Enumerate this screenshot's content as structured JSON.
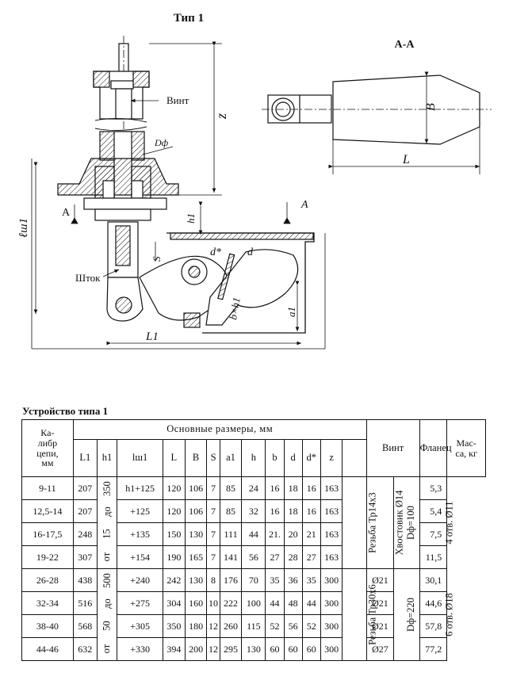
{
  "drawing": {
    "title": "Тип 1",
    "section_title": "А-А",
    "labels": {
      "vint": "Винт",
      "shtok": "Шток",
      "z": "z",
      "D_f": "Dф",
      "A_left": "A",
      "A_right": "A",
      "l_sh1": "ℓш1",
      "h1": "h1",
      "S": "S",
      "d_star": "d*",
      "d": "d",
      "bxh1": "b×h1",
      "a1": "a1",
      "L1": "L1",
      "B": "B",
      "L": "L"
    }
  },
  "table": {
    "caption": "Устройство типа 1",
    "main_header": "Основные размеры, мм",
    "col_caliber": "Ка-\nлибр\nцепи,\nмм",
    "col_L1": "L1",
    "col_h1": "h1",
    "col_lsh1": "lш1",
    "col_L": "L",
    "col_B": "B",
    "col_S": "S",
    "col_a1": "a1",
    "col_h": "h",
    "col_b": "b",
    "col_d": "d",
    "col_dstar": "d*",
    "col_z": "z",
    "col_vint": "Винт",
    "col_flanec": "Фланец",
    "col_mass": "Мас-\nса, кг",
    "h1_group1": [
      "350",
      "до",
      "15",
      "от"
    ],
    "h1_group2": [
      "500",
      "до",
      "50",
      "от"
    ],
    "vint_group1_thread": "Резьба Тр14х3",
    "vint_group1_tail": "Хвостовик Ø14",
    "vint_group2_thread": "Резьба Тр30х6",
    "flanec_group1_D": "Dф=100",
    "flanec_group1_holes": "4 отв. Ø11",
    "flanec_group2_D": "Dф=220",
    "flanec_group2_holes": "6 отв. Ø18",
    "rows": [
      {
        "cal": "9-11",
        "L1": "207",
        "lsh": "h1+125",
        "L": "120",
        "B": "106",
        "S": "7",
        "a1": "85",
        "h": "24",
        "b": "16",
        "d": "18",
        "ds": "16",
        "z": "163",
        "tail": "",
        "mass": "5,3"
      },
      {
        "cal": "12,5-14",
        "L1": "207",
        "lsh": "+125",
        "L": "120",
        "B": "106",
        "S": "7",
        "a1": "85",
        "h": "32",
        "b": "16",
        "d": "18",
        "ds": "16",
        "z": "163",
        "tail": "",
        "mass": "5,4"
      },
      {
        "cal": "16-17,5",
        "L1": "248",
        "lsh": "+135",
        "L": "150",
        "B": "130",
        "S": "7",
        "a1": "111",
        "h": "44",
        "b": "21.",
        "d": "20",
        "ds": "21",
        "z": "163",
        "tail": "",
        "mass": "7,5"
      },
      {
        "cal": "19-22",
        "L1": "307",
        "lsh": "+154",
        "L": "190",
        "B": "165",
        "S": "7",
        "a1": "141",
        "h": "56",
        "b": "27",
        "d": "28",
        "ds": "27",
        "z": "163",
        "tail": "",
        "mass": "11,5"
      },
      {
        "cal": "26-28",
        "L1": "438",
        "lsh": "+240",
        "L": "242",
        "B": "130",
        "S": "8",
        "a1": "176",
        "h": "70",
        "b": "35",
        "d": "36",
        "ds": "35",
        "z": "300",
        "tail": "Ø21",
        "mass": "30,1"
      },
      {
        "cal": "32-34",
        "L1": "516",
        "lsh": "+275",
        "L": "304",
        "B": "160",
        "S": "10",
        "a1": "222",
        "h": "100",
        "b": "44",
        "d": "48",
        "ds": "44",
        "z": "300",
        "tail": "Ø21",
        "mass": "44,6"
      },
      {
        "cal": "38-40",
        "L1": "568",
        "lsh": "+305",
        "L": "350",
        "B": "180",
        "S": "12",
        "a1": "260",
        "h": "115",
        "b": "52",
        "d": "56",
        "ds": "52",
        "z": "300",
        "tail": "Ø21",
        "mass": "57,8"
      },
      {
        "cal": "44-46",
        "L1": "632",
        "lsh": "+330",
        "L": "394",
        "B": "200",
        "S": "12",
        "a1": "295",
        "h": "130",
        "b": "60",
        "d": "60",
        "ds": "60",
        "z": "300",
        "tail": "Ø27",
        "mass": "77,2"
      }
    ]
  }
}
